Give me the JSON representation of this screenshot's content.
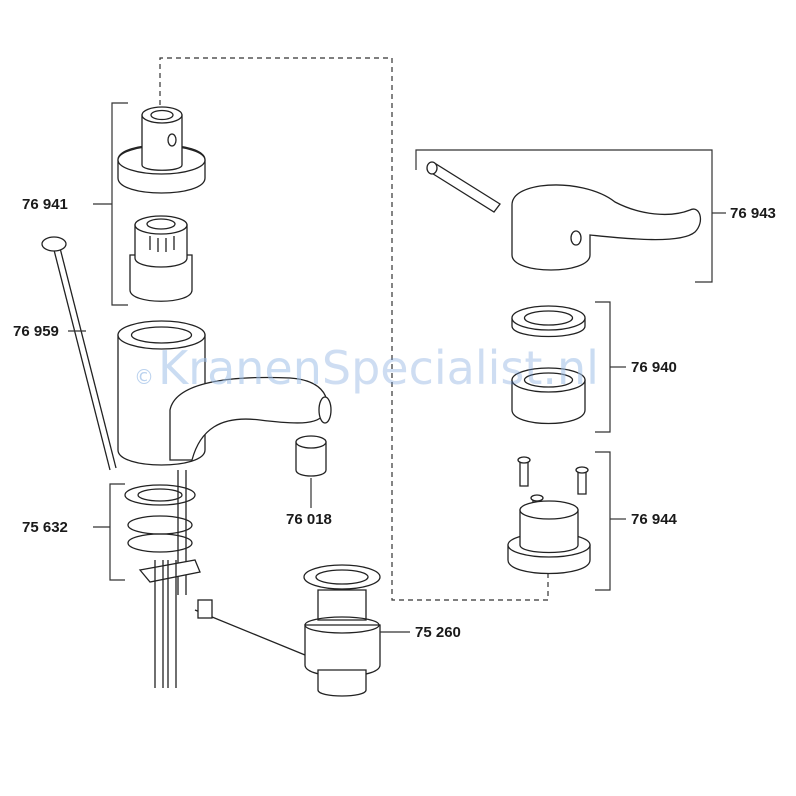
{
  "watermark": {
    "copyright": "©",
    "part1": "Kranen",
    "part2": "Specialist",
    "part3": ".nl"
  },
  "parts": [
    {
      "id": "p76941",
      "number": "76 941"
    },
    {
      "id": "p76959",
      "number": "76 959"
    },
    {
      "id": "p75632",
      "number": "75 632"
    },
    {
      "id": "p76018",
      "number": "76 018"
    },
    {
      "id": "p75260",
      "number": "75 260"
    },
    {
      "id": "p76943",
      "number": "76 943"
    },
    {
      "id": "p76940",
      "number": "76 940"
    },
    {
      "id": "p76944",
      "number": "76 944"
    }
  ]
}
